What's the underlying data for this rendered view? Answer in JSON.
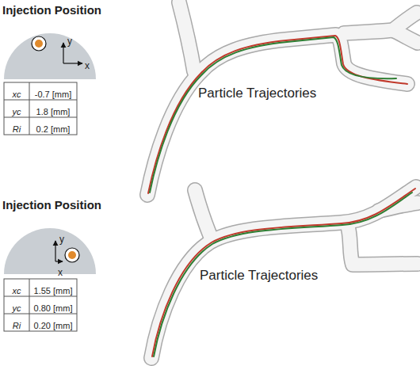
{
  "diagram": {
    "labels": [
      "Injection Position",
      "y",
      "x",
      "xc",
      "-0.7 [mm]",
      "yc",
      "1.8 [mm]",
      "Ri",
      "0.2 [mm]",
      "Particle Trajectories",
      "Injection Position",
      "y",
      "x",
      "xc",
      "1.55 [mm]",
      "yc",
      "0.80 [mm]",
      "Ri",
      "0.20 [mm]",
      "Particle Trajectories"
    ]
  }
}
